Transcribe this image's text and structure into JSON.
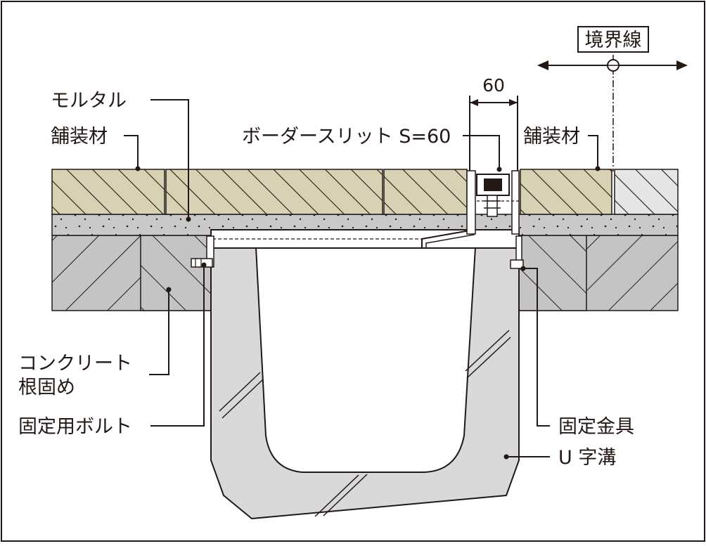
{
  "labels": {
    "boundary": "境界線",
    "dimension": "60",
    "mortar": "モルタル",
    "paving_left": "舗装材",
    "slit": "ボーダースリット S=60",
    "paving_right": "舗装材",
    "concrete_line1": "コンクリート",
    "concrete_line2": "根固め",
    "bolt": "固定用ボルト",
    "bracket": "固定金具",
    "ditch": "U 字溝"
  },
  "colors": {
    "paving": "#d8d2b4",
    "paving_right": "#e6e6e6",
    "mortar": "#c9c9c9",
    "concrete": "#c4c4c4",
    "ditch": "#d9d9d9",
    "line": "#231815"
  }
}
